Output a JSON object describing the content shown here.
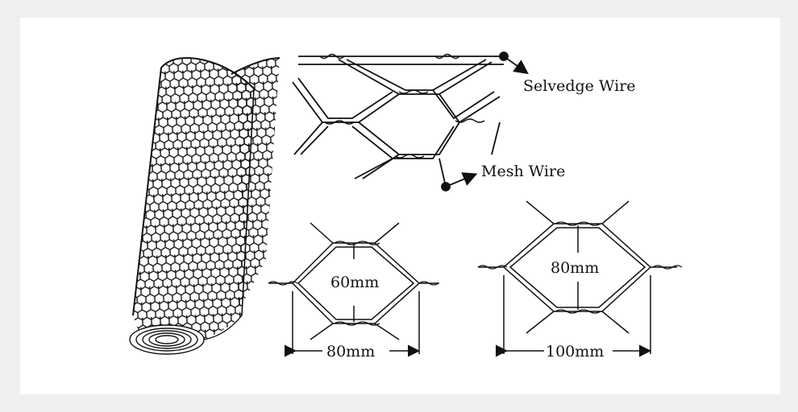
{
  "labels": {
    "selvedge_wire": "Selvedge Wire",
    "mesh_wire": "Mesh Wire",
    "small_height": "60mm",
    "small_width": "80mm",
    "large_height": "80mm",
    "large_width": "100mm"
  },
  "colors": {
    "background": "#efefef",
    "panel": "#ffffff",
    "line": "#111111"
  }
}
